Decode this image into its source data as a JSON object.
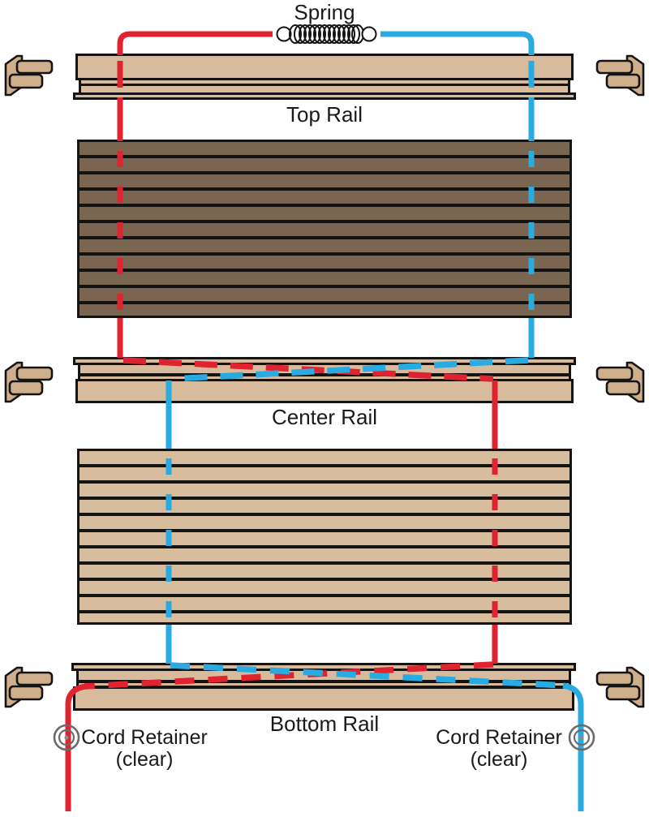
{
  "labels": {
    "spring": "Spring",
    "top_rail": "Top Rail",
    "center_rail": "Center Rail",
    "bottom_rail": "Bottom Rail",
    "cord_retainer_left_line1": "Cord Retainer",
    "cord_retainer_left_line2": "(clear)",
    "cord_retainer_right_line1": "Cord Retainer",
    "cord_retainer_right_line2": "(clear)"
  },
  "colors": {
    "cord_red": "#e02330",
    "cord_blue": "#29abe2",
    "rail_tan": "#d8bb9d",
    "shade_dark": "#7a6550",
    "shade_light": "#d8bc9e",
    "outline": "#141414",
    "retainer_gray": "#6b6b6b",
    "label_color": "#1a1a1a"
  },
  "icons": {
    "spring-icon": "coil-with-end-rings",
    "mount-bracket-icon": "wall-mount-bracket",
    "cord-retainer-icon": "concentric-circles"
  }
}
